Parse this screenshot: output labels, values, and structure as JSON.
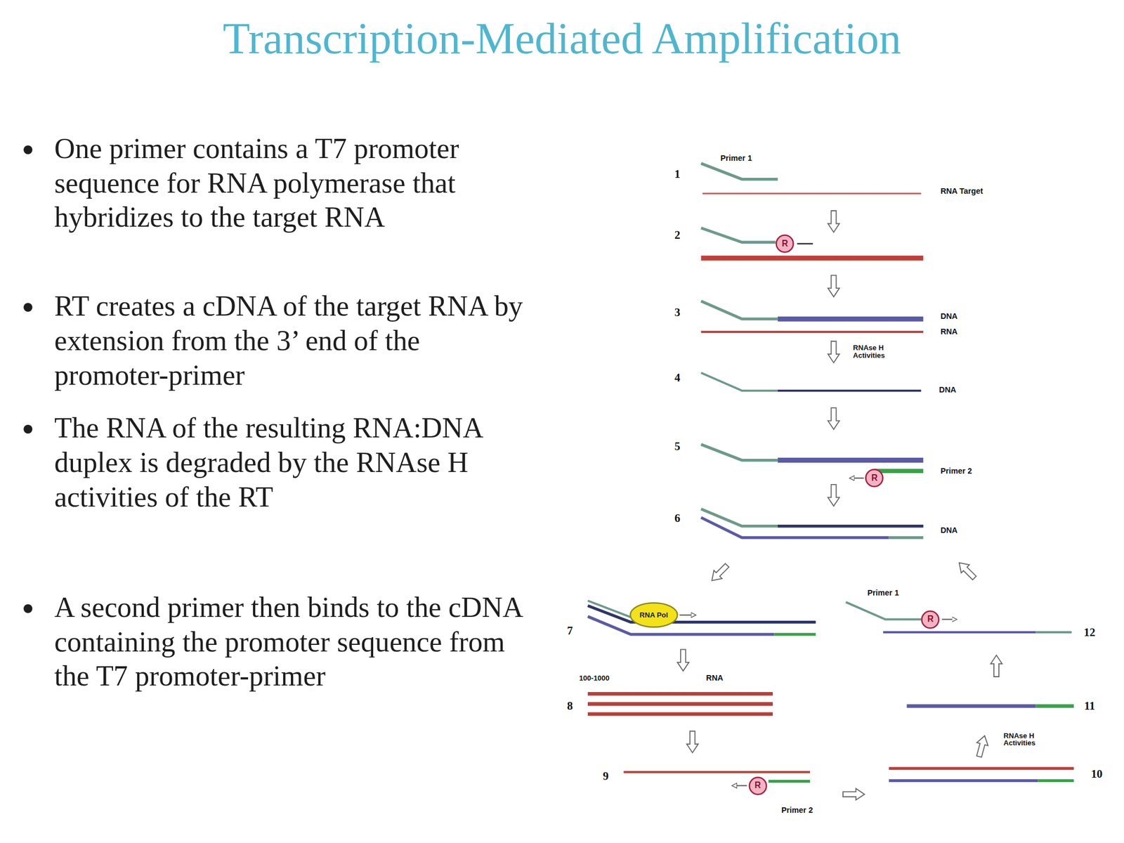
{
  "diagram": {
    "title": "Transcription-Mediated Amplification",
    "nodes": [
      {
        "text": [
          "R"
        ]
      },
      {
        "text": [
          "R"
        ]
      },
      {
        "text": [
          "RNA Pol"
        ]
      },
      {
        "text": [
          "R"
        ]
      },
      {
        "text": [
          "R"
        ]
      }
    ],
    "labels": [
      "One primer contains a T7 promoter sequence for RNA polymerase that hybridizes to the target RNA",
      "RT creates a cDNA of the target RNA by extension from the 3’ end of the promoter-primer",
      "The RNA of the resulting RNA:DNA duplex is degraded by the RNAse H activities of the RT",
      "A second primer then binds to the cDNA containing the promoter sequence from the T7 promoter-primer",
      "Primer 1",
      "1",
      "RNA Target",
      "2",
      "3",
      "DNA",
      "RNA",
      "RNAse H Activities",
      "4",
      "DNA",
      "5",
      "Primer 2",
      "6",
      "DNA",
      "Primer 1",
      "7",
      "12",
      "100-1000",
      "RNA",
      "8",
      "11",
      "RNAse H Activities",
      "9",
      "10",
      "Primer 2"
    ]
  }
}
